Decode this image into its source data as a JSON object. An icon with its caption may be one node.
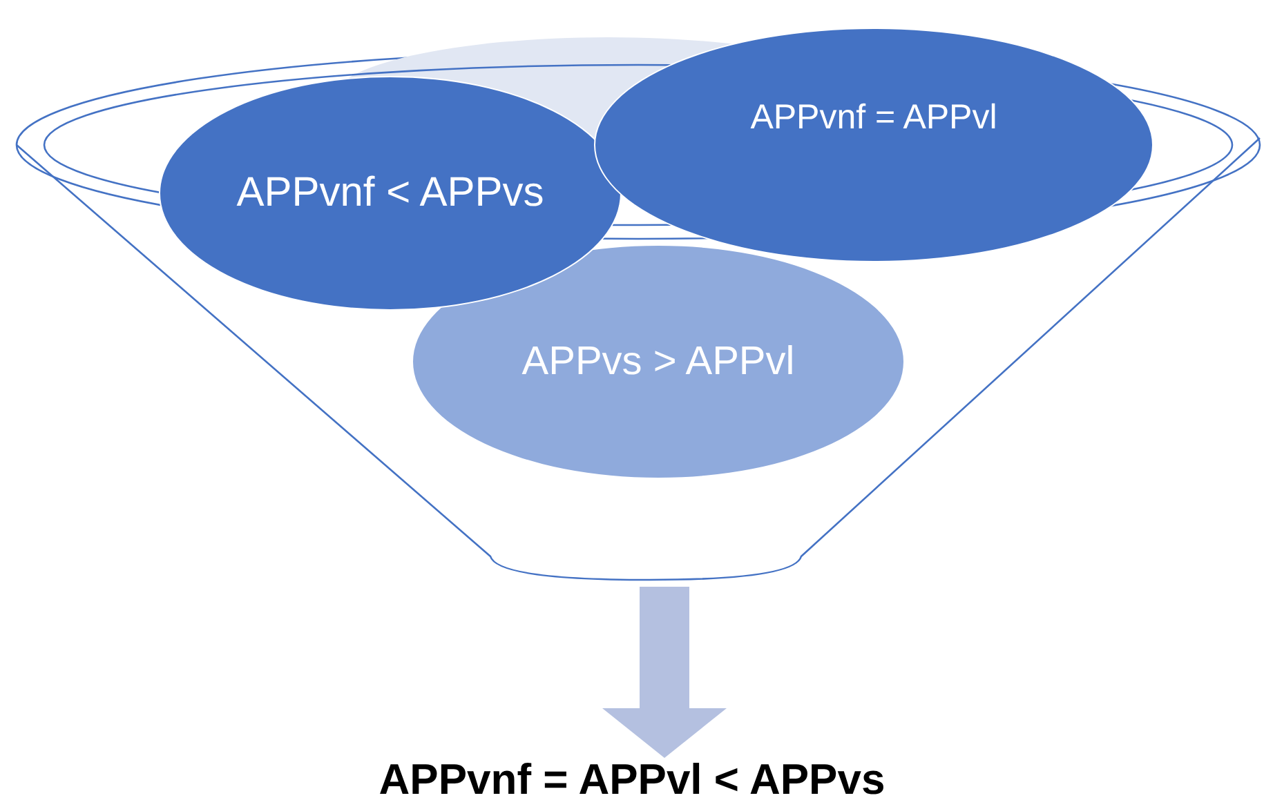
{
  "diagram": {
    "nodes": [
      {
        "text": [],
        "shape": "funnel"
      },
      {
        "text": [
          "APPvnf < APPvs"
        ],
        "in": 0
      },
      {
        "text": [
          "APPvnf = APPvl"
        ],
        "in": 0
      },
      {
        "text": [
          "APPvs > APPvl"
        ],
        "in": 0
      },
      {
        "text": [
          "APPvnf = APPvl < APPvs"
        ]
      }
    ],
    "edges": [
      {
        "from": 0,
        "to": 4,
        "arrow": "to"
      }
    ]
  }
}
